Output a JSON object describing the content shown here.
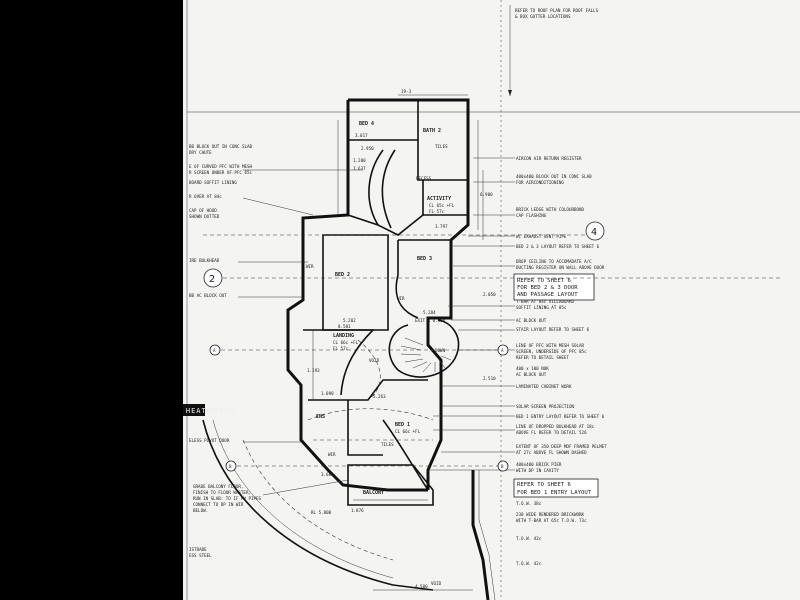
{
  "top_notes": [
    "REFER TO ROOF PLAN FOR ROOF FALLS",
    "& BOX GUTTER LOCATIONS"
  ],
  "rooms": {
    "bed4": "BED 4",
    "bath2": "BATH 2",
    "tiles_top": "TILES",
    "recess": "RECESS",
    "activity": "ACTIVITY",
    "activity_levels": [
      "CL 65c +FL",
      "FL 57c"
    ],
    "bed2": "BED 2",
    "bed3": "BED 3",
    "landing": "LANDING",
    "landing_levels": [
      "CL 66c +FL",
      "FL 57c"
    ],
    "void": "VOID",
    "ens": "ENS",
    "bed1": "BED 1",
    "bed1_levels": [
      "CL 66c +FL"
    ],
    "tiles_bottom": "TILES",
    "balcony": "BALCONY",
    "void_bottom": "VOID",
    "wir_left": "WIR",
    "wir_right": "WIR",
    "wir_bottom": "WIR",
    "down": "DOWN"
  },
  "left_notes": [
    "BB BLOCK OUT IN CONC SLAB",
    "DRY CHUTE",
    "E OF CURVED PFC WITH MESH",
    "R SCREEN UNDER OF PFC 65c",
    "BOARD SOFFIT LINING",
    "R OVER AT 84c",
    "CAP OF HOOD",
    "SHOWN DOTTED",
    "IRE BULKHEAD",
    "BB AC BLOCK OUT",
    "TED HEATED",
    "ELESS PIVOT DOOR",
    "GRADE BALCONY FLOOR,",
    "FINISH TO FLOOR WASTER,",
    "RUN IN SLAB: TO IF FW PIPES",
    "CONNECT TO DP IN WIR",
    "BELOW.",
    "ISTRADE",
    "ESS STEEL"
  ],
  "right_notes": [
    "AIRCON AIR RETURN REGISTER",
    "400x400 BLOCK OUT IN CONC SLAB",
    "FOR AIRCONDITIONING",
    "BRICK LEDGE WITH COLOURBOND",
    "CAP FLASHING",
    "WC EXHAUST VENT PIPE",
    "BED 2 & 3 LAYOUT REFER TO SHEET 6",
    "DROP CEILING TO ACCOMADATE A/C",
    "DUCTING REGISTER ON WALL ABOVE DOOR",
    "T-BAR AT 84c VILLABOARD",
    "SOFFIT LINING AT 85c",
    "AC BLOCK OUT",
    "STAIR LAYOUT REFER TO SHEET 6",
    "LINE OF PFC WITH MESH SOLAR",
    "SCREEN, UNDERSIDE OF PFC 85c",
    "REFER TO DETAIL SHEET",
    "400 x 100 NOK",
    "AC BLOCK OUT",
    "LAMINATED CABINET WORK",
    "SOLAR SCREEN PROJECTION",
    "BED 1 ENTRY LAYOUT REFER TO SHEET 6",
    "LINE OF DROPPED BULKHEAD AT 18c",
    "ABOVE FL REFER TO DETAIL 526",
    "EXTENT OF 350 DEEP MDF FRAMED PELMET",
    "AT 27c ABOVE FL SHOWN DASHED",
    "400x400 BRICK PIER",
    "WITH DP IN CAVITY",
    "T.O.W. 38c",
    "230 WIDE RENDERED BRICKWORK",
    "WITH T-BAR AT 65c T.O.W. 73c",
    "T.O.W. 42c",
    "T.O.W. 42c"
  ],
  "ref_boxes": {
    "sheet6_bed23": [
      "REFER TO SHEET 6",
      "FOR BED 2 & 3 DOOR",
      "AND PASSAGE LAYOUT"
    ],
    "sheet6_bed1": [
      "REFER TO SHEET 6",
      "FOR BED 1 ENTRY LAYOUT"
    ]
  },
  "markers": {
    "grid_2": "2",
    "grid_4": "4",
    "grid_A_left": "A",
    "grid_A_right": "A",
    "grid_B_left": "B",
    "grid_B_right": "B"
  },
  "dims": [
    "19-3",
    "3.017",
    "2.950",
    "1.200",
    "1.637",
    "6.900",
    "3.797",
    "5.202",
    "5.284",
    "8.501",
    "1.193",
    "5.263",
    "4.500",
    "3.600",
    "1.876",
    "1.090",
    "2.510",
    "2.050"
  ],
  "stair_label": "EXIT R 0.456",
  "level_tag": "RL 5.800"
}
